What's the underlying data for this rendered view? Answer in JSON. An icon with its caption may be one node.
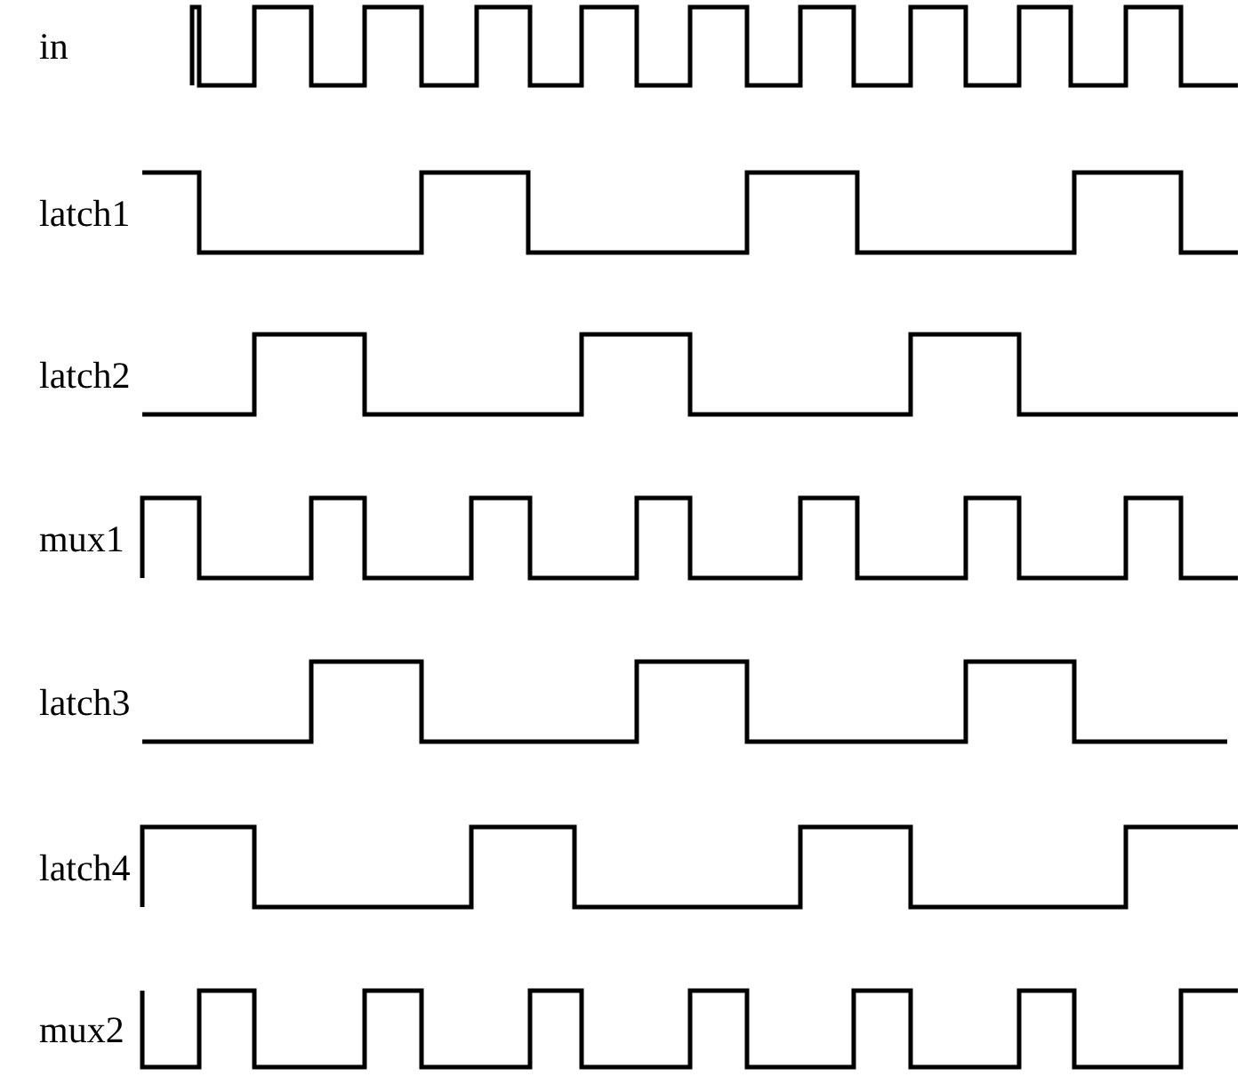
{
  "diagram": {
    "labels": [
      "in",
      "latch1",
      "latch2",
      "mux1",
      "latch3",
      "latch4",
      "mux2"
    ]
  }
}
